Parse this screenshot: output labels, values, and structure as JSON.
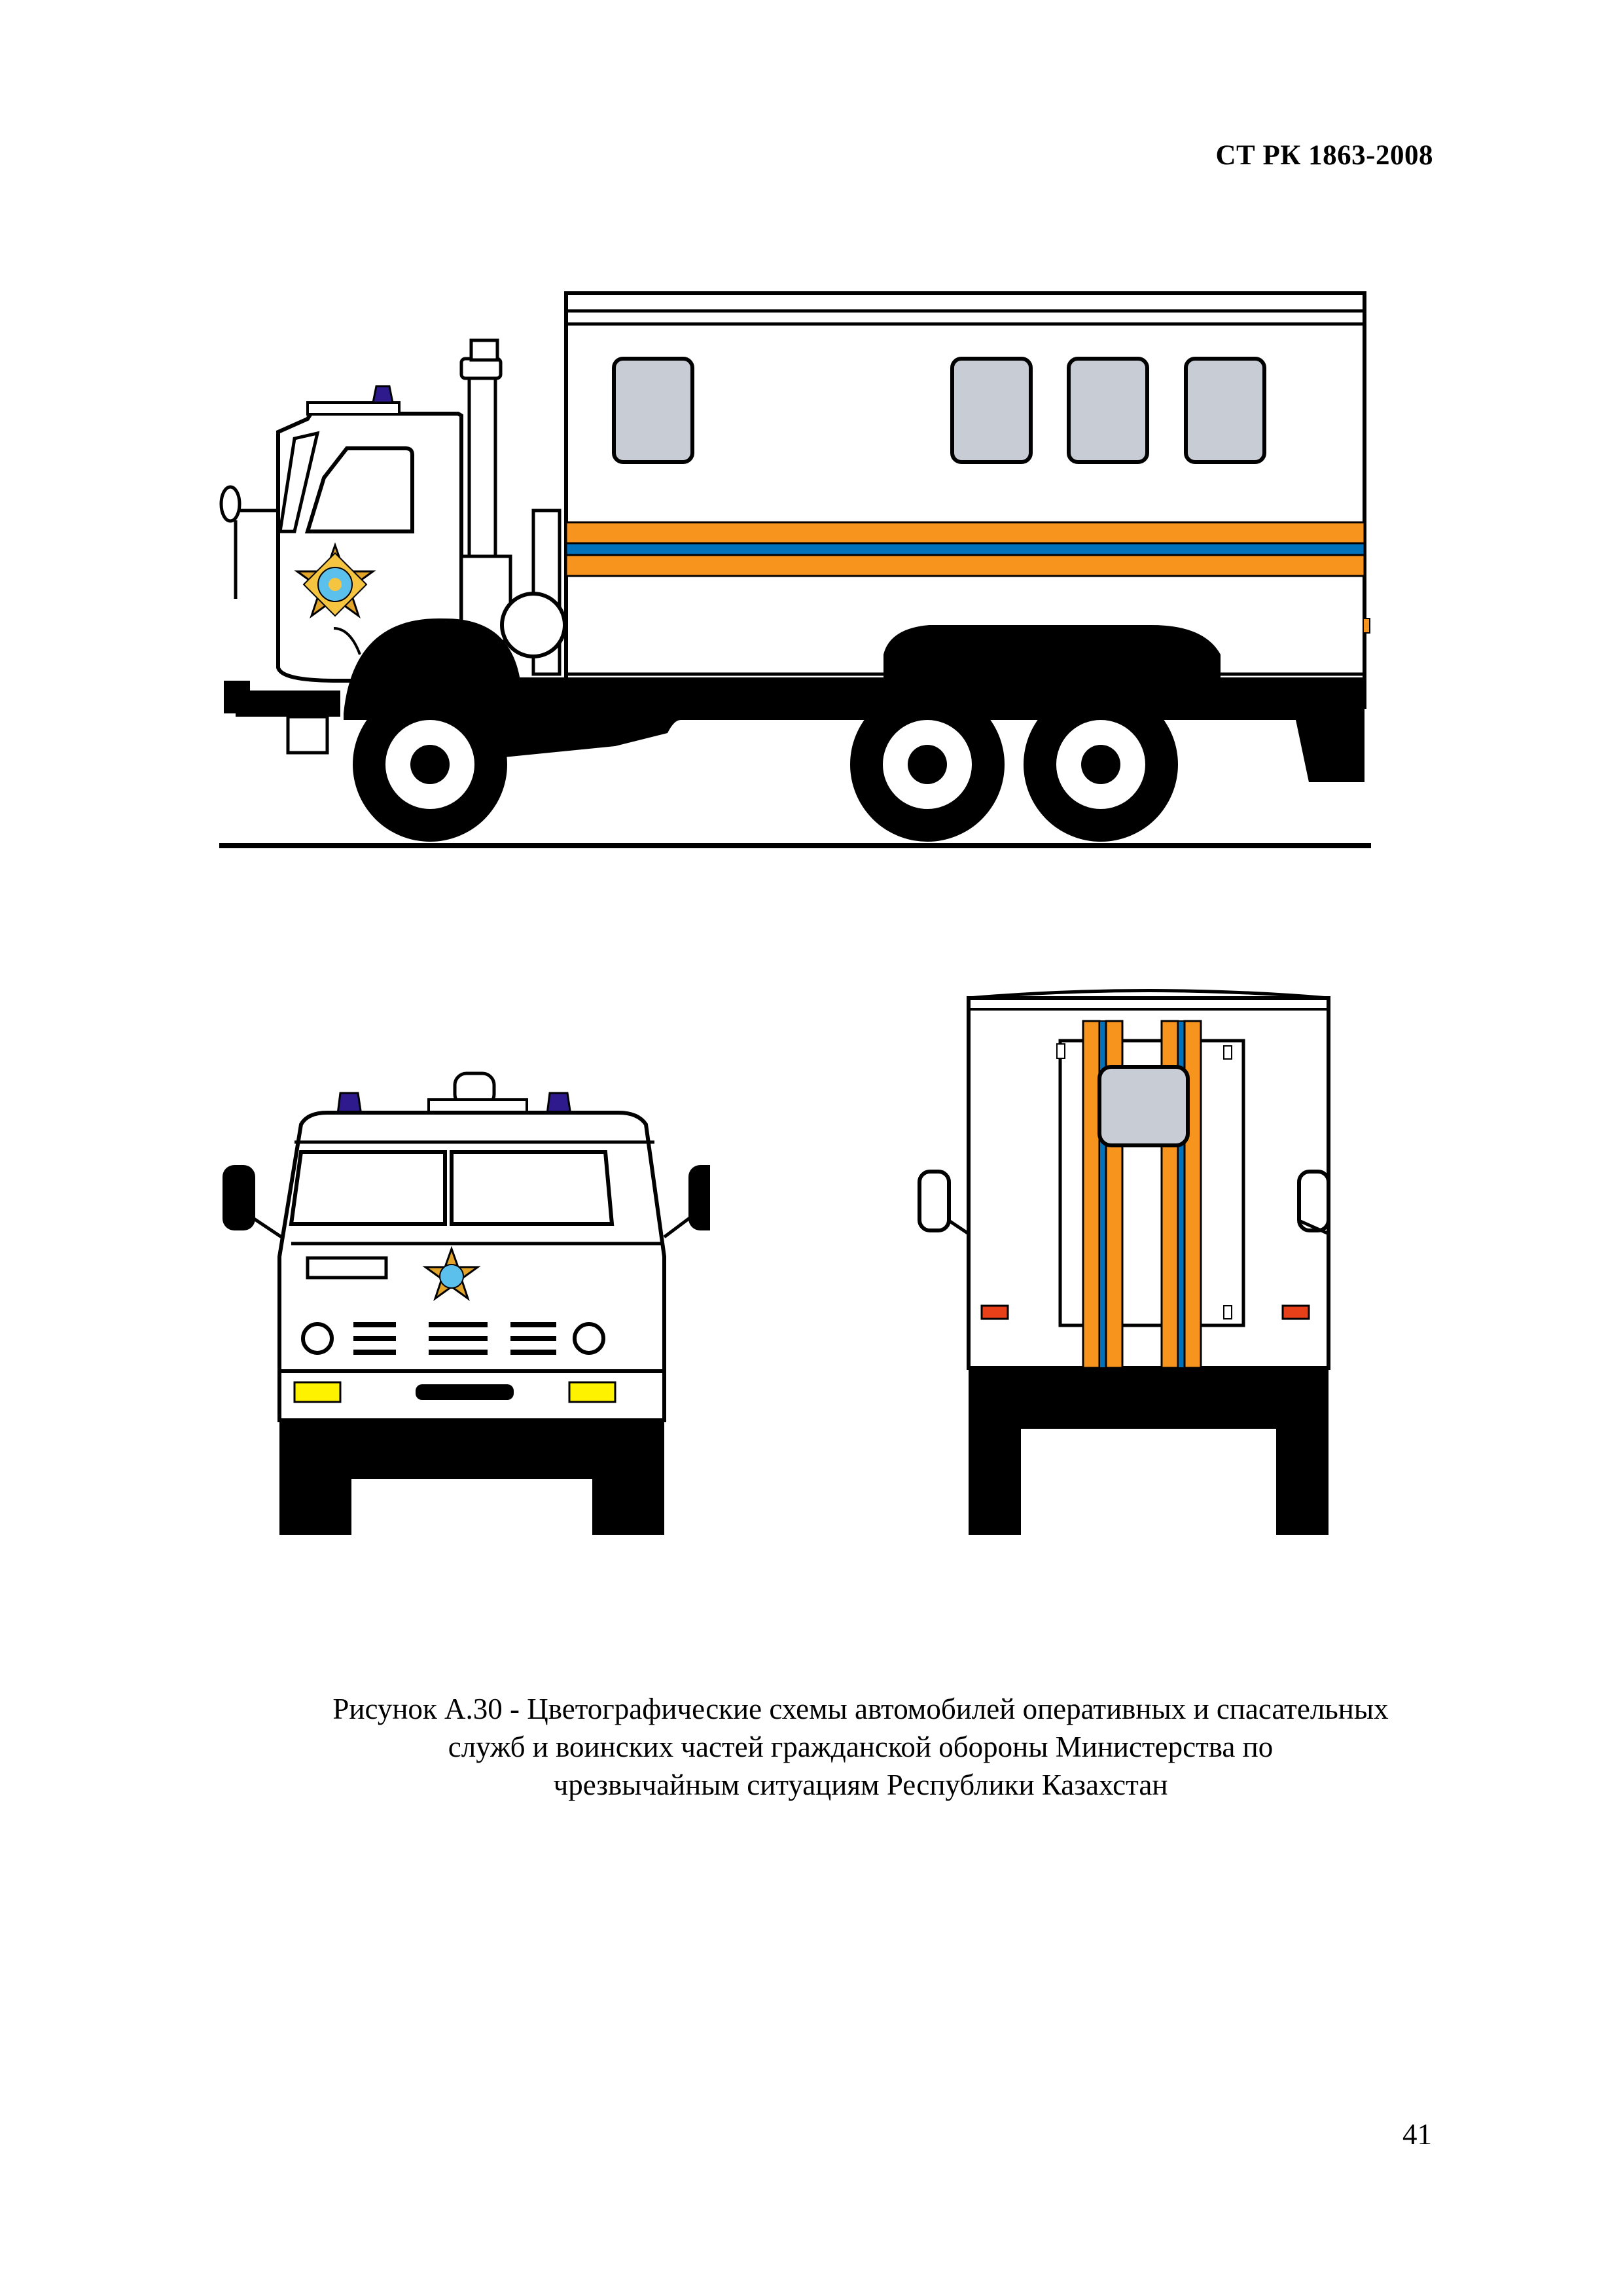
{
  "header": {
    "doc_code": "СТ РК 1863-2008"
  },
  "caption": {
    "line1": "Рисунок А.30 - Цветографические схемы автомобилей оперативных и спасательных",
    "line2": "служб и воинских частей гражданской обороны Министерства по",
    "line3": "чрезвычайным ситуациям Республики Казахстан"
  },
  "footer": {
    "page_number": "41"
  },
  "colors": {
    "orange_stripe": "#F7941D",
    "blue_stripe": "#0072BC",
    "window_gray": "#C8CCD4",
    "beacon_blue": "#2E1A8C",
    "amber_light": "#FFF200",
    "red_light": "#E8411A",
    "emblem_gold": "#E3A42A"
  },
  "icons": {
    "emblem": "mchs-kazakhstan-emblem-icon",
    "beacon": "emergency-beacon-icon"
  }
}
